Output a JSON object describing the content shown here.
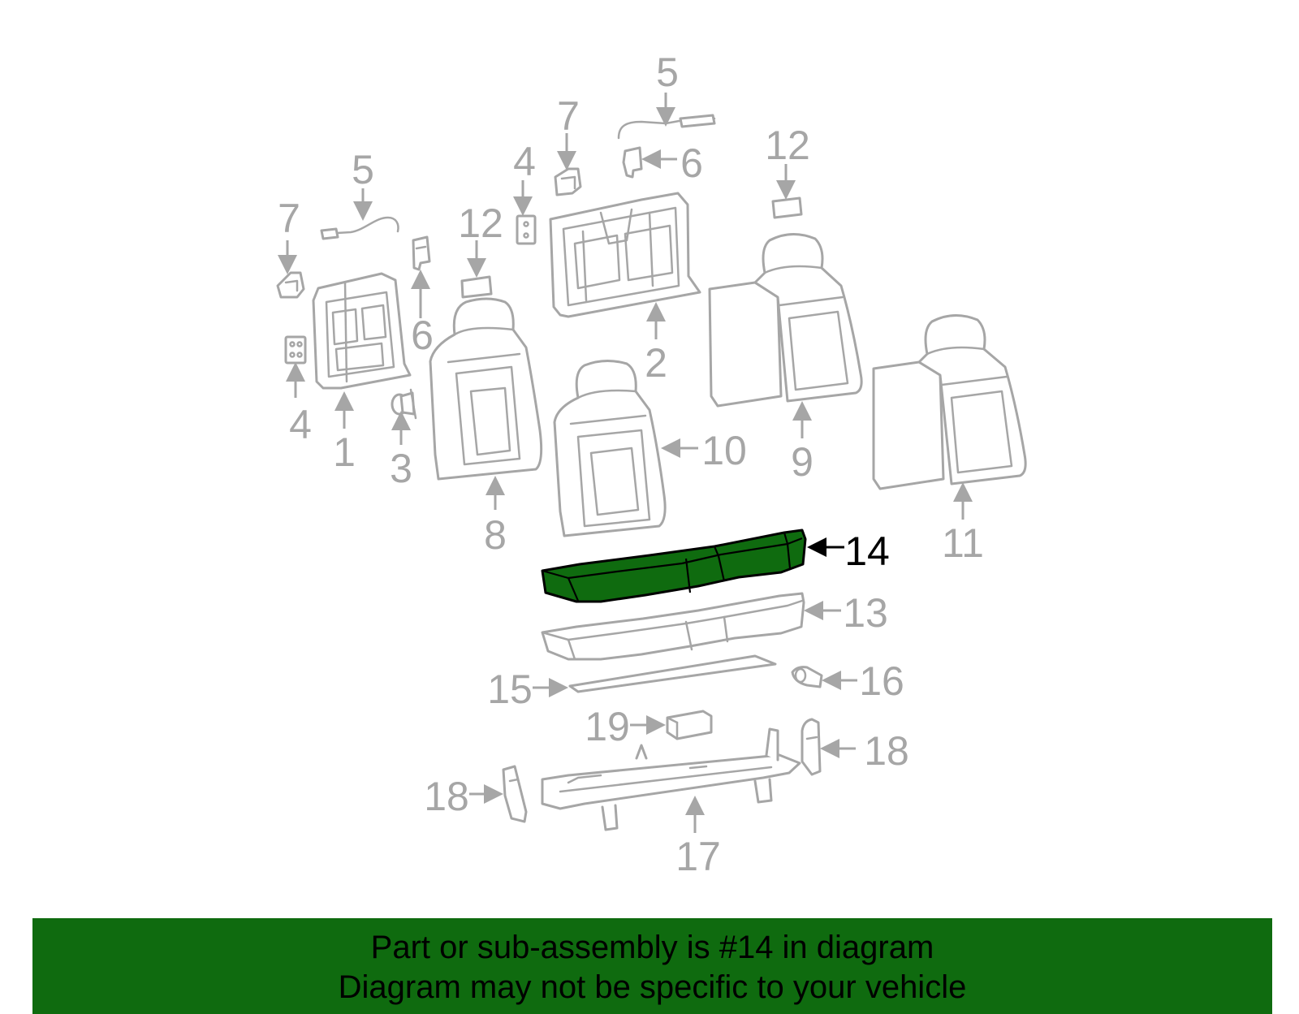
{
  "diagram": {
    "callouts": [
      {
        "id": "1",
        "text": "1"
      },
      {
        "id": "2",
        "text": "2"
      },
      {
        "id": "3",
        "text": "3"
      },
      {
        "id": "4a",
        "text": "4"
      },
      {
        "id": "4b",
        "text": "4"
      },
      {
        "id": "5a",
        "text": "5"
      },
      {
        "id": "5b",
        "text": "5"
      },
      {
        "id": "6a",
        "text": "6"
      },
      {
        "id": "6b",
        "text": "6"
      },
      {
        "id": "7a",
        "text": "7"
      },
      {
        "id": "7b",
        "text": "7"
      },
      {
        "id": "8",
        "text": "8"
      },
      {
        "id": "9",
        "text": "9"
      },
      {
        "id": "10",
        "text": "10"
      },
      {
        "id": "11",
        "text": "11"
      },
      {
        "id": "12a",
        "text": "12"
      },
      {
        "id": "12b",
        "text": "12"
      },
      {
        "id": "13",
        "text": "13"
      },
      {
        "id": "14",
        "text": "14",
        "highlighted": true
      },
      {
        "id": "15",
        "text": "15"
      },
      {
        "id": "16",
        "text": "16"
      },
      {
        "id": "17",
        "text": "17"
      },
      {
        "id": "18a",
        "text": "18"
      },
      {
        "id": "18b",
        "text": "18"
      },
      {
        "id": "19",
        "text": "19"
      }
    ],
    "colors": {
      "highlight_fill": "#0f6b0f",
      "part_stroke": "#a6a6a6",
      "label_gray": "#a6a6a6",
      "label_highlight": "#000000"
    }
  },
  "banner": {
    "line1": "Part or sub-assembly is #14 in diagram",
    "line2": "Diagram may not be specific to your vehicle",
    "background": "#0f6b0f"
  }
}
